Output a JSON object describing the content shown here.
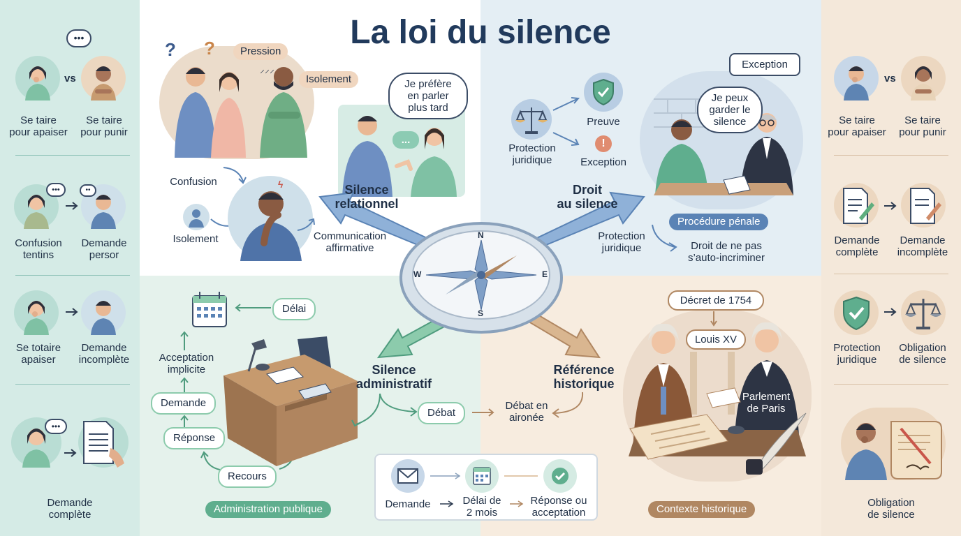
{
  "title": "La loi du silence",
  "colors": {
    "left_panel": "#d6ebe7",
    "right_panel": "#f5e9dc",
    "top_right": "#e3eef4",
    "bottom_left": "#e4f2ec",
    "bottom_right": "#f7ecdf",
    "title": "#213a5c",
    "green": "#4f9c7e",
    "blue": "#5a83b5",
    "brown": "#b08762"
  },
  "left": {
    "rows": [
      {
        "a": "Se taire\npour apaiser",
        "vs": "vs",
        "b": "Se taire\npour punir"
      },
      {
        "a": "Confusion\ntentins",
        "b": "Demande\npersor"
      },
      {
        "a": "Se totaire\napaiser",
        "b": "Demande\nincomplète"
      },
      {
        "single": "Demande\ncomplète"
      }
    ]
  },
  "right": {
    "rows": [
      {
        "a": "Se taire\npour apaiser",
        "vs": "vs",
        "b": "Se taire\npour punir"
      },
      {
        "a": "Demande\ncomplète",
        "b": "Demande\nincomplète"
      },
      {
        "a": "Protection\njuridique",
        "b": "Obligation\nde silence"
      },
      {
        "single": "Obligation\nde silence"
      }
    ]
  },
  "relational": {
    "pression": "Pression",
    "isolement_tag": "Isolement",
    "confusion": "Confusion",
    "isolement": "Isolement",
    "communication": "Communication\naffirmative",
    "bubble": "Je préfère\nen parler\nplus tard",
    "bubble2": "...",
    "label": "Silence\nrelationnel"
  },
  "rights": {
    "protection": "Protection\njuridique",
    "preuve": "Preuve",
    "exception": "Exception",
    "exception_tag": "Exception",
    "bubble": "Je peux\ngarder le\nsilence",
    "label": "Droit\nau silence",
    "procedure": "Procédure pénale",
    "protection2": "Protection\njuridique",
    "droit": "Droit de ne pas\ns’auto-incriminer"
  },
  "compass": {
    "n": "N",
    "s": "S",
    "e": "E",
    "w": "W"
  },
  "admin": {
    "delai": "Délai",
    "acceptation": "Acceptation\nimplicite",
    "demande": "Demande",
    "reponse": "Réponse",
    "recours": "Recours",
    "label": "Silence\nadministratif",
    "debat": "Débat",
    "tag": "Administration publique",
    "flow": {
      "demande": "Demande",
      "delai": "Délai de\n2 mois",
      "reponse": "Réponse ou\nacceptation"
    }
  },
  "history": {
    "decret": "Décret de 1754",
    "louis": "Louis XV",
    "parlement": "Parlement\nde Paris",
    "label": "Référence\nhistorique",
    "debat": "Débat en\naironée",
    "tag": "Contexte historique"
  }
}
